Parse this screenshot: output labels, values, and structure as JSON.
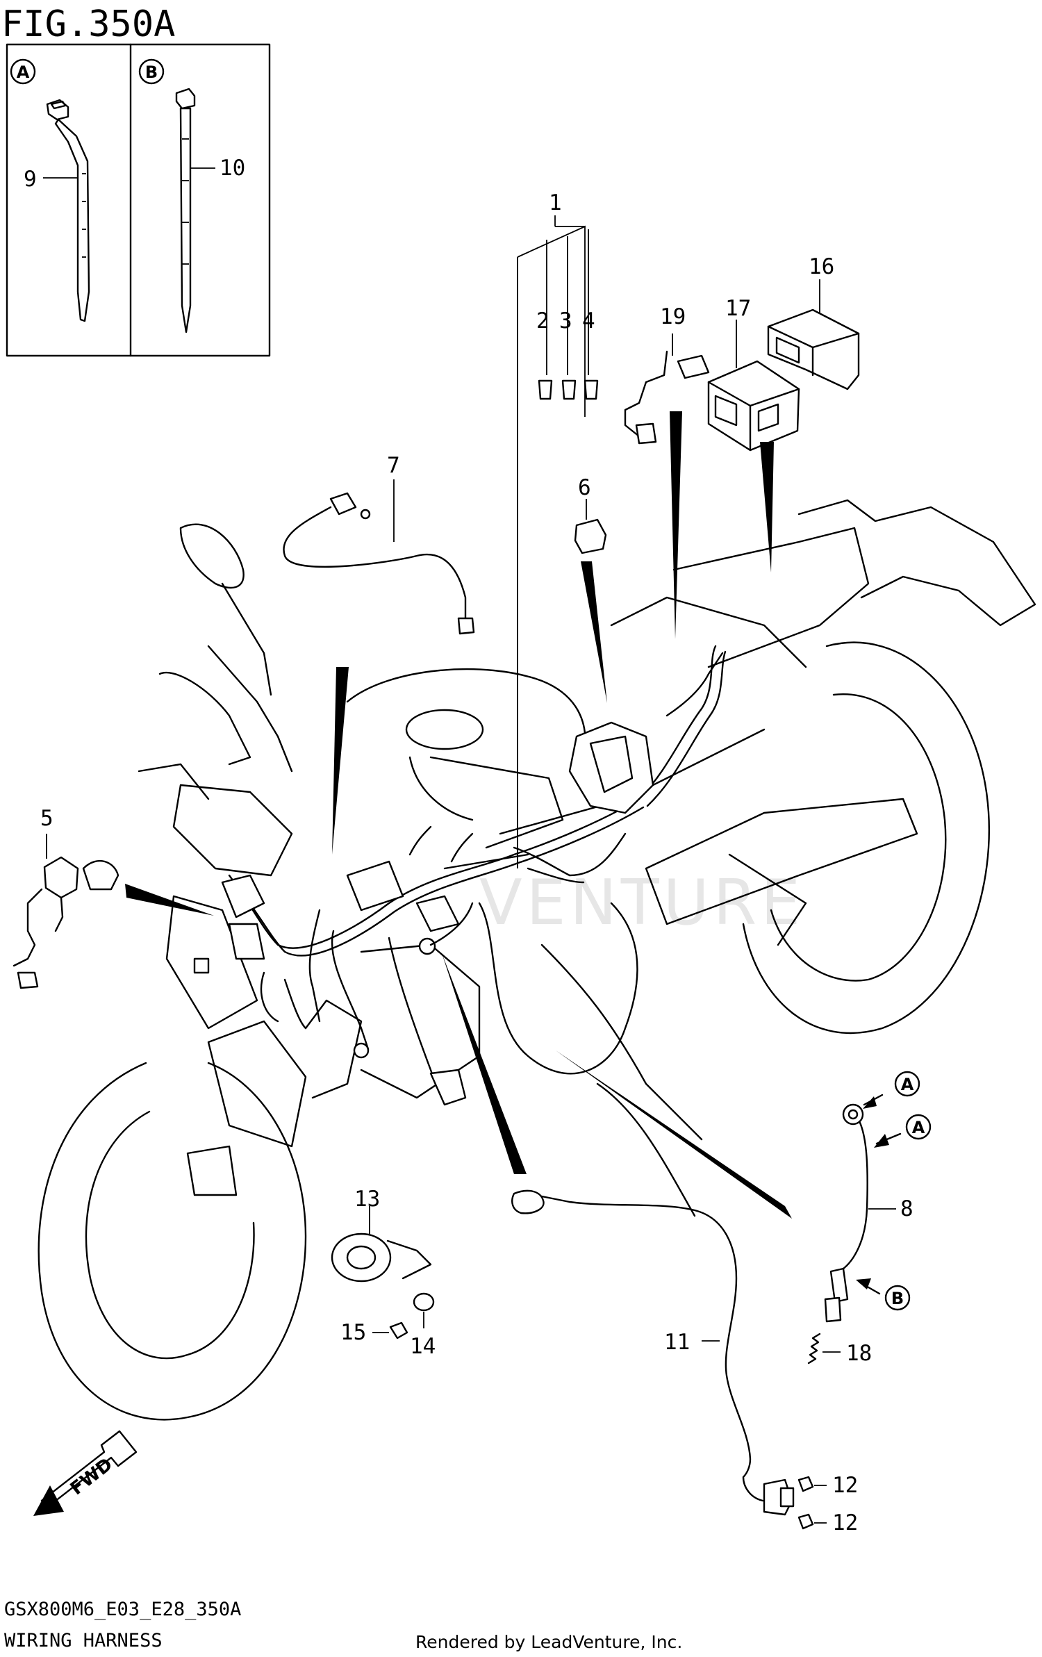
{
  "figure": {
    "title": "FIG.350A",
    "model_code": "GSX800M6_E03_E28_350A",
    "section_name": "WIRING HARNESS",
    "rendered_by": "Rendered by LeadVenture, Inc.",
    "watermark": "VENTURE"
  },
  "inset_panels": [
    {
      "letter": "A",
      "part": "9"
    },
    {
      "letter": "B",
      "part": "10"
    }
  ],
  "callouts": {
    "p1": "1",
    "p2": "2",
    "p3": "3",
    "p4": "4",
    "p5": "5",
    "p6": "6",
    "p7": "7",
    "p8": "8",
    "p11": "11",
    "p12a": "12",
    "p12b": "12",
    "p13": "13",
    "p14": "14",
    "p15": "15",
    "p16": "16",
    "p17": "17",
    "p18": "18",
    "p19": "19"
  },
  "reference_markers": {
    "m1": "A",
    "m2": "A",
    "m3": "B"
  },
  "fwd_label": "FWD"
}
